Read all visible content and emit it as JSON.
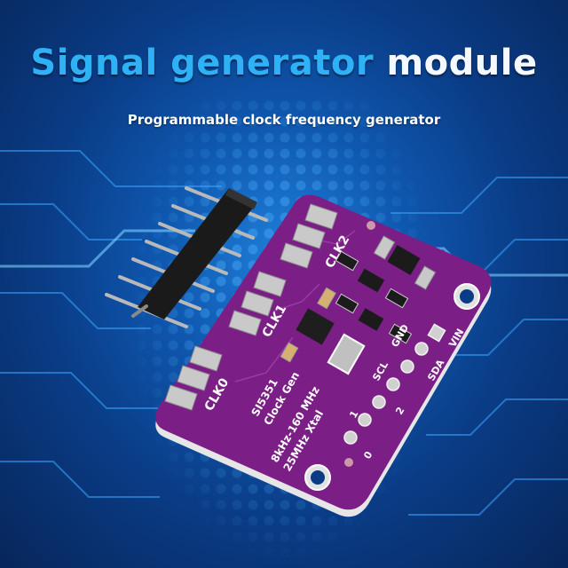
{
  "headline": {
    "part1": "Signal generator",
    "part2": "module"
  },
  "subheadline": "Programmable clock frequency generator",
  "board": {
    "outputs": [
      "CLK0",
      "CLK1",
      "CLK2"
    ],
    "title_line1": "SI5351",
    "title_line2": "Clock Gen",
    "spec_line1": "8kHz-160 MHz",
    "spec_line2": "25MHz Xtal",
    "pin_labels": [
      "VIN",
      "GND",
      "SDA",
      "SCL",
      "2",
      "1",
      "0"
    ],
    "color": "#7b1f86"
  },
  "colors": {
    "background": "#0a3c86",
    "headline_blue": "#2fb2f5",
    "headline_white": "#f4f8ff"
  }
}
